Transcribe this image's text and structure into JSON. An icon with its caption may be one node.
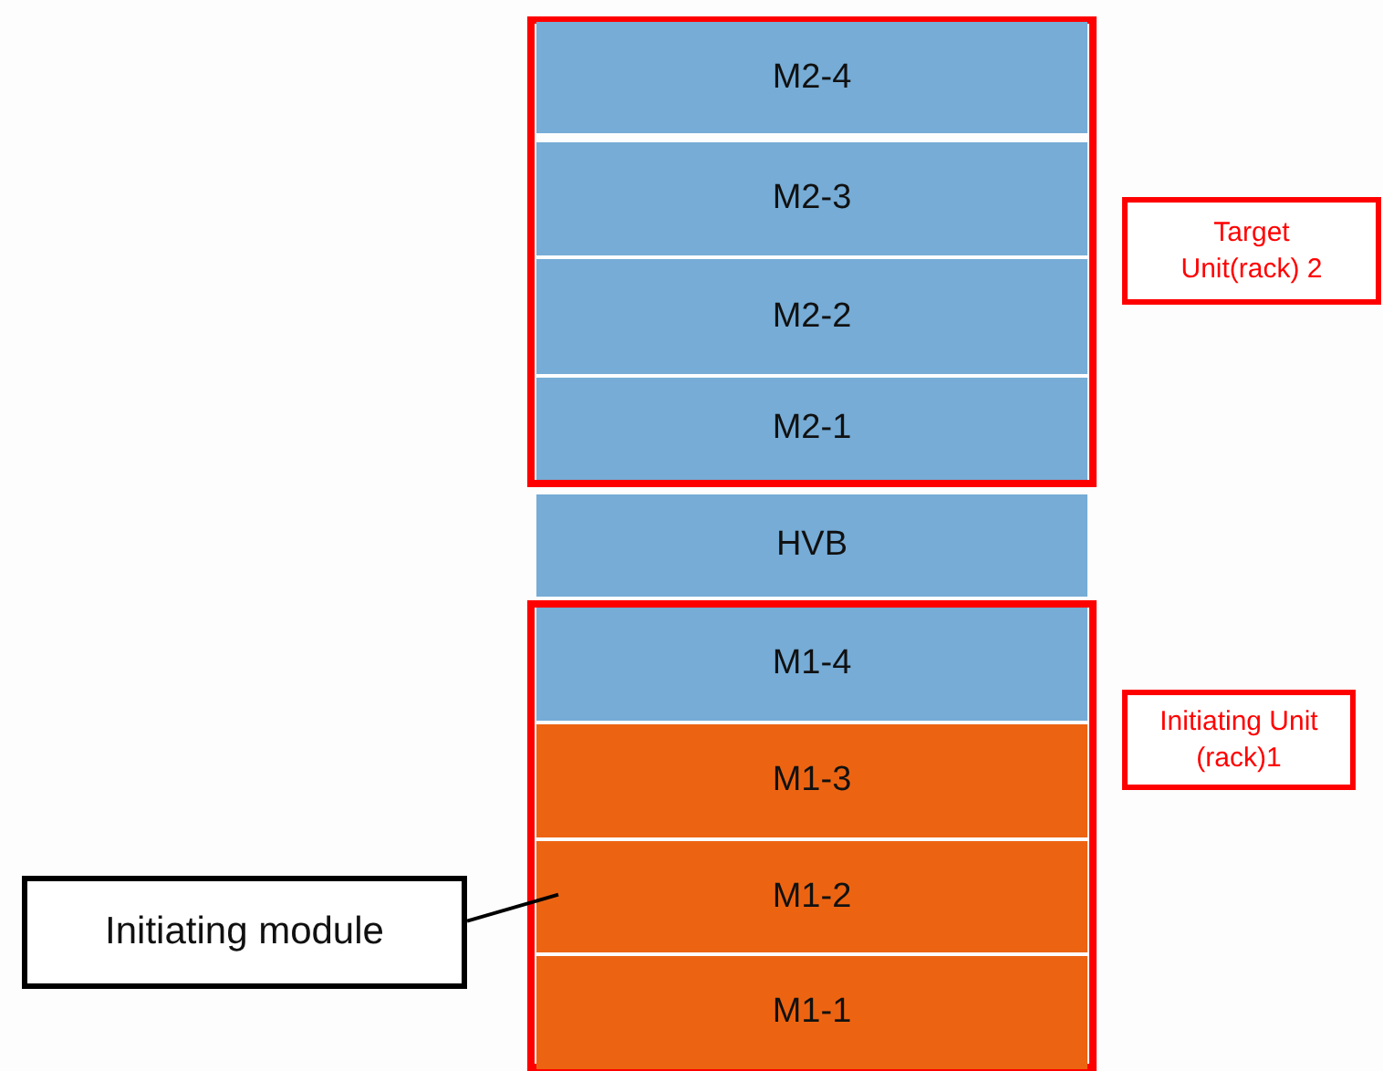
{
  "diagram": {
    "nodes": [
      {
        "text": [],
        "shape": "box"
      },
      {
        "text": [
          "M2-4"
        ],
        "in": 0
      },
      {
        "text": [
          "M2-3"
        ],
        "in": 0
      },
      {
        "text": [
          "M2-2"
        ],
        "in": 0
      },
      {
        "text": [
          "M2-1"
        ],
        "in": 0
      },
      {
        "text": [
          "Target Unit(rack) 2"
        ]
      },
      {
        "text": [
          "HVB"
        ]
      },
      {
        "text": [],
        "shape": "box"
      },
      {
        "text": [
          "M1-4"
        ],
        "in": 7
      },
      {
        "text": [
          "M1-3"
        ],
        "in": 7
      },
      {
        "text": [
          "M1-2"
        ],
        "in": 7
      },
      {
        "text": [
          "M1-1"
        ],
        "in": 7
      },
      {
        "text": [
          "Initiating Unit (rack)1"
        ]
      },
      {
        "text": [
          "Initiating module"
        ]
      }
    ],
    "edges": [
      {
        "from": 13,
        "to": 10,
        "arrow": "none"
      }
    ]
  }
}
